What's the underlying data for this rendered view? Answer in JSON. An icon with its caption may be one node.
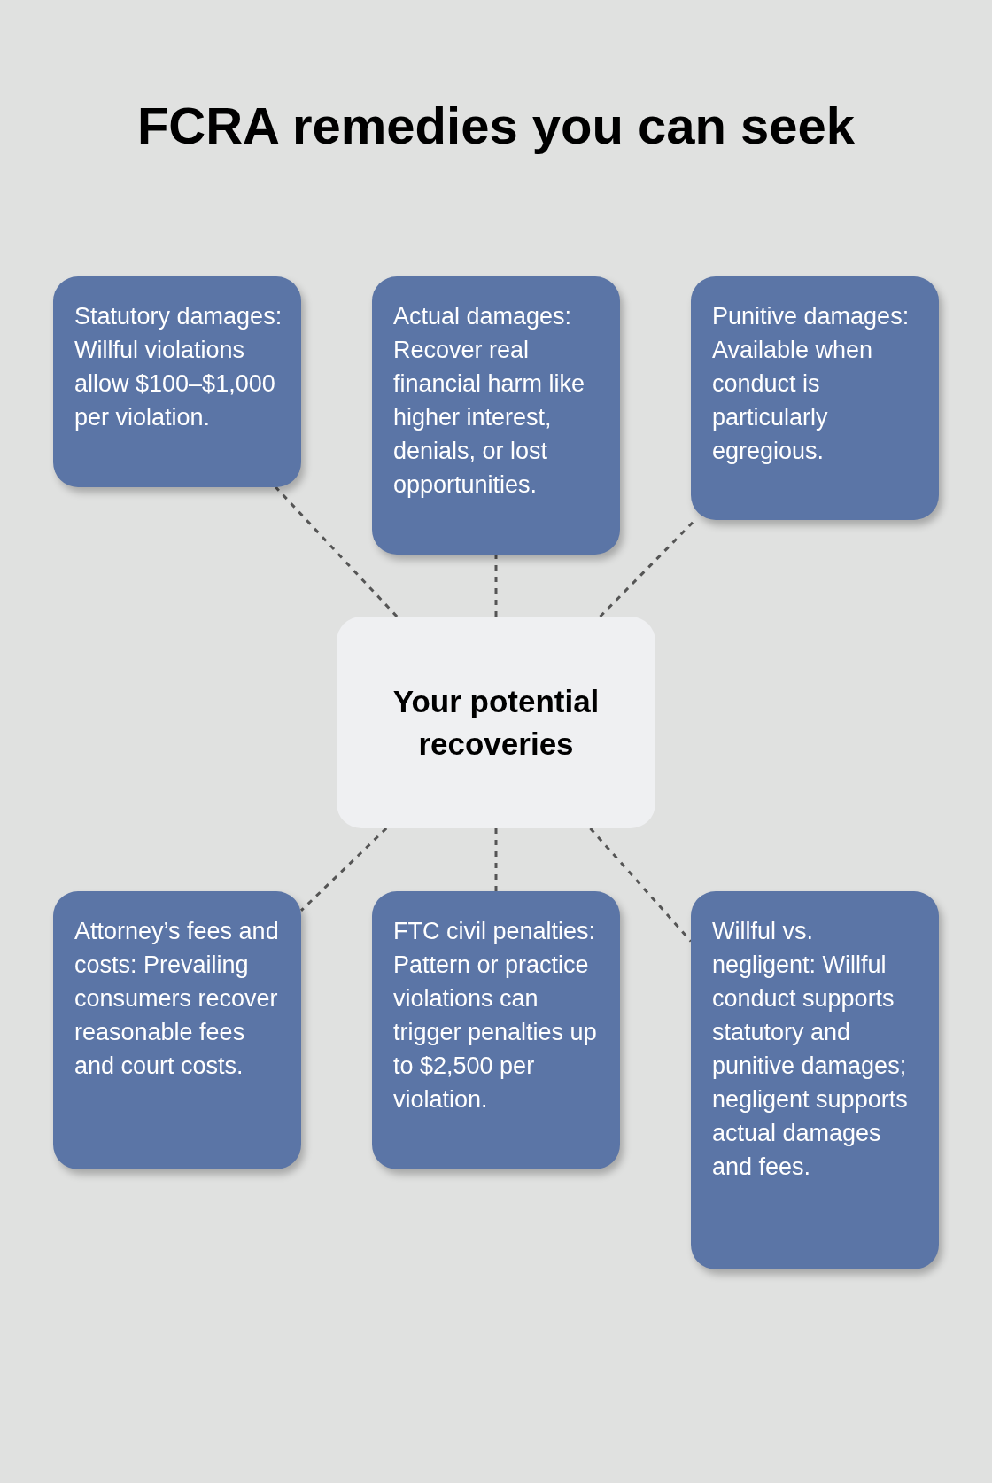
{
  "diagram": {
    "title": "FCRA remedies you can seek",
    "nodes": [
      {
        "text": [
          "Statutory damages: Willful violations allow $100–$1,000 per violation."
        ]
      },
      {
        "text": [
          "Actual damages: Recover real financial harm like higher interest, denials, or lost opportunities."
        ]
      },
      {
        "text": [
          "Punitive damages: Available when conduct is particularly egregious."
        ]
      },
      {
        "text": [
          "Your potential recoveries"
        ]
      },
      {
        "text": [
          "Attorney’s fees and costs: Prevailing consumers recover reasonable fees and court costs."
        ]
      },
      {
        "text": [
          "FTC civil penalties: Pattern or practice violations can trigger penalties up to $2,500 per violation."
        ]
      },
      {
        "text": [
          "Willful vs. negligent: Willful conduct supports statutory and punitive damages; negligent supports actual damages and fees."
        ]
      }
    ],
    "edges": [
      {
        "from": 3,
        "to": 0,
        "arrow": "none",
        "style": "dashed"
      },
      {
        "from": 3,
        "to": 1,
        "arrow": "none",
        "style": "dashed"
      },
      {
        "from": 3,
        "to": 2,
        "arrow": "none",
        "style": "dashed"
      },
      {
        "from": 3,
        "to": 4,
        "arrow": "none",
        "style": "dashed"
      },
      {
        "from": 3,
        "to": 5,
        "arrow": "none",
        "style": "dashed"
      },
      {
        "from": 3,
        "to": 6,
        "arrow": "none",
        "style": "dashed"
      }
    ]
  }
}
